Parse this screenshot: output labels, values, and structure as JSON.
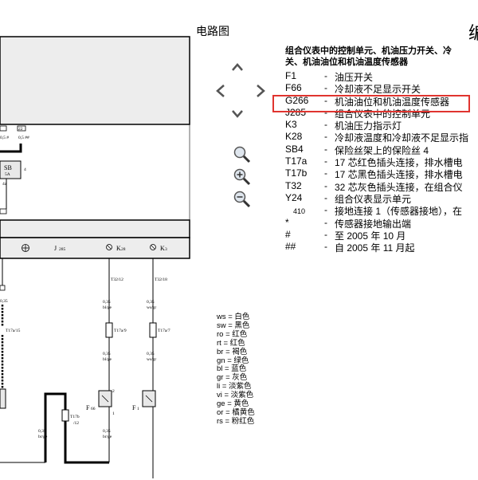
{
  "page_title": "电路图",
  "corner_glyph": "编",
  "heading": {
    "line1": "组合仪表中的控制单元、机油压力开关、冷",
    "line2": "关、机油油位和机油温度传感器"
  },
  "legend": [
    {
      "code": "F1",
      "desc": "油压开关"
    },
    {
      "code": "F66",
      "desc": "冷却液不足显示开关"
    },
    {
      "code": "G266",
      "desc": "机油油位和机油温度传感器"
    },
    {
      "code": "J285",
      "desc": "组合仪表中的控制单元"
    },
    {
      "code": "K3",
      "desc": "机油压力指示灯"
    },
    {
      "code": "K28",
      "desc": "冷却液温度和冷却液不足显示指"
    },
    {
      "code": "SB4",
      "desc": "保险丝架上的保险丝 4"
    },
    {
      "code": "T17a",
      "desc": "17 芯红色插头连接，排水槽电"
    },
    {
      "code": "T17b",
      "desc": "17 芯黑色插头连接，排水槽电"
    },
    {
      "code": "T32",
      "desc": "32 芯灰色插头连接，在组合仪"
    },
    {
      "code": "Y24",
      "desc": "组合仪表显示单元"
    },
    {
      "code": "410",
      "desc": "接地连接 1（传感器接地），在"
    },
    {
      "code": "*",
      "desc": "传感器接地输出端"
    },
    {
      "code": "#",
      "desc": "至 2005 年 10 月"
    },
    {
      "code": "##",
      "desc": "自 2005 年 11 月起"
    }
  ],
  "color_key": [
    "ws = 白色",
    "sw = 黑色",
    "ro = 红色",
    "rt = 红色",
    "br = 褐色",
    "gn = 绿色",
    "bl = 蓝色",
    "gr = 灰色",
    "li = 淡紫色",
    "vi = 淡紫色",
    "ge = 黄色",
    "or = 橘黄色",
    "rs = 粉红色"
  ],
  "diagram": {
    "fuse_label": "SB",
    "fuse_sub": "5A",
    "fuse_pin": "4",
    "fuse_pin_in": "4a",
    "j285": "J",
    "j285_sub": "285",
    "k28": "K",
    "k28_sub": "28",
    "k3": "K",
    "k3_sub": "3",
    "t32_12": "T32/12",
    "t32_18": "T32/18",
    "top_wire_1": "0,5 #",
    "top_wire_2": "0,5 ##",
    "top_num": "22",
    "wire_035": "0,35",
    "wire_bl_ge": "bl/ge",
    "wire_ws_gr": "ws/gr",
    "wire_br_ge": "br/ge",
    "t17a15": "T17a/15",
    "t17a9": "T17a/9",
    "t17a7": "T17a/7",
    "t17b": "T17b",
    "t17b_pin": "/12",
    "f66": "F",
    "f66_sub": "66",
    "f1": "F",
    "f1_sub": "1",
    "pin_1": "1",
    "pin_2": "2"
  }
}
